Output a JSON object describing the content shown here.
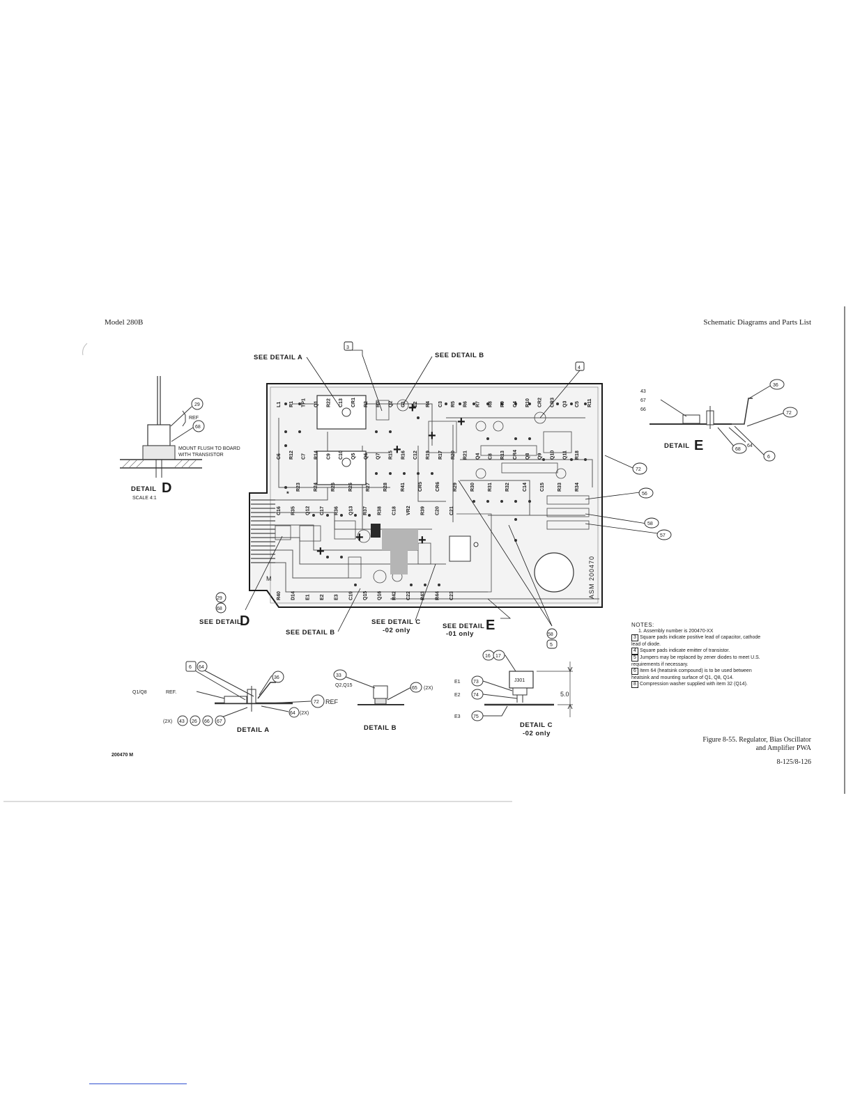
{
  "header": {
    "left": "Model 280B",
    "right": "Schematic Diagrams and Parts List"
  },
  "callouts": {
    "see_detail_a_top": "SEE DETAIL A",
    "see_detail_b_top": "SEE DETAIL B",
    "see_detail_d": "SEE DETAIL",
    "see_detail_b_bottom": "SEE DETAIL B",
    "see_detail_c": "SEE DETAIL C",
    "see_detail_c_sub": "-02 only",
    "see_detail_e": "SEE DETAIL",
    "see_detail_e_sub": "-01 only"
  },
  "detail_titles": {
    "d_label": "DETAIL",
    "d_scale": "SCALE 4:1",
    "e_label": "DETAIL",
    "a": "DETAIL A",
    "b": "DETAIL B",
    "c": "DETAIL C",
    "c_sub": "-02 only"
  },
  "detail_d": {
    "ref": "REF",
    "note_line1": "MOUNT FLUSH TO BOARD",
    "note_line2": "WITH TRANSISTOR",
    "items": [
      "29",
      "68"
    ]
  },
  "detail_e": {
    "items_left": [
      "43",
      "67",
      "66"
    ],
    "items_right": [
      "36",
      "72",
      "64",
      "6",
      "68"
    ]
  },
  "detail_a": {
    "q_label": "Q1/Q8",
    "ref_label": "REF.",
    "ref72": "REF",
    "qty2x": "(2X)",
    "qty2x_b": "(2X)",
    "items_top": [
      "6",
      "64"
    ],
    "item_36": "36",
    "item_72": "72",
    "item_64b": "64",
    "items_bottom": [
      "43",
      "26",
      "66",
      "67"
    ]
  },
  "detail_b": {
    "q_label": "Q2,Q15",
    "item_33": "33",
    "item_65": "65",
    "qty2x": "(2X)"
  },
  "detail_c": {
    "e1": "E1",
    "e2": "E2",
    "e3": "E3",
    "j_label": "J301",
    "dim": "5.0",
    "items": [
      "16",
      "17",
      "73",
      "74",
      "75"
    ]
  },
  "board": {
    "assembly_marking": "ASM 200470",
    "m_marker": "M",
    "item_tags_top": [
      "3",
      "4"
    ],
    "item_tags_right": [
      "72",
      "56",
      "58",
      "57"
    ],
    "item_tags_bottom": [
      "29",
      "68",
      "58",
      "5"
    ],
    "component_labels_top": [
      "L1",
      "R1",
      "TP1",
      "Q1",
      "R22",
      "C13",
      "CR1",
      "R2",
      "R3",
      "Q2",
      "C1",
      "E2",
      "R4",
      "C3",
      "R5",
      "R6",
      "R7",
      "R8",
      "R9",
      "C4",
      "R10",
      "CR2",
      "CR3",
      "Q3",
      "C5",
      "R11",
      "C6",
      "R12",
      "C7",
      "R14",
      "C9",
      "C10",
      "Q5",
      "Q6",
      "Q7",
      "R15",
      "R16",
      "C12",
      "R19",
      "R17",
      "R20",
      "R21",
      "Q4",
      "C8",
      "R13",
      "CR4",
      "Q8",
      "Q9",
      "Q10",
      "Q11",
      "R18"
    ],
    "component_labels_mid": [
      "R23",
      "R24",
      "R25",
      "R26",
      "R27",
      "R28",
      "R41",
      "CR5",
      "CR6",
      "R29",
      "R30",
      "R31",
      "R32",
      "C14",
      "C15",
      "R33",
      "R34"
    ],
    "component_labels_low": [
      "C16",
      "R35",
      "Q12",
      "C17",
      "R36",
      "Q13",
      "R37",
      "R38",
      "C18",
      "VR2",
      "R39",
      "C20",
      "C21",
      "R40",
      "D14",
      "E1",
      "E2",
      "E3",
      "C19",
      "Q15",
      "Q16",
      "R42",
      "C22",
      "R43",
      "R44",
      "C23"
    ]
  },
  "notes": {
    "title": "NOTES:",
    "n1": "1. Assembly number is 200470-XX",
    "n3_box": "3",
    "n3": "Square pads indicate positive lead of capacitor, cathode lead of diode.",
    "n4_box": "4",
    "n4": "Square pads indicate emitter of transistor.",
    "n5_box": "5",
    "n5": "Jumpers may be replaced by zener diodes to meet U.S. requirements if necessary.",
    "n6_box": "6",
    "n6": "Item 64 (heatsink compound) is to be used between heatsink and mounting surface of Q1, Q8, Q14.",
    "n8_box": "8",
    "n8": "Compression washer supplied with item 32 (Q14)."
  },
  "caption": {
    "line1": "Figure 8-55.  Regulator, Bias Oscillator",
    "line2": "and Amplifier PWA",
    "page": "8-125/8-126"
  },
  "doc_number": "200470 M"
}
